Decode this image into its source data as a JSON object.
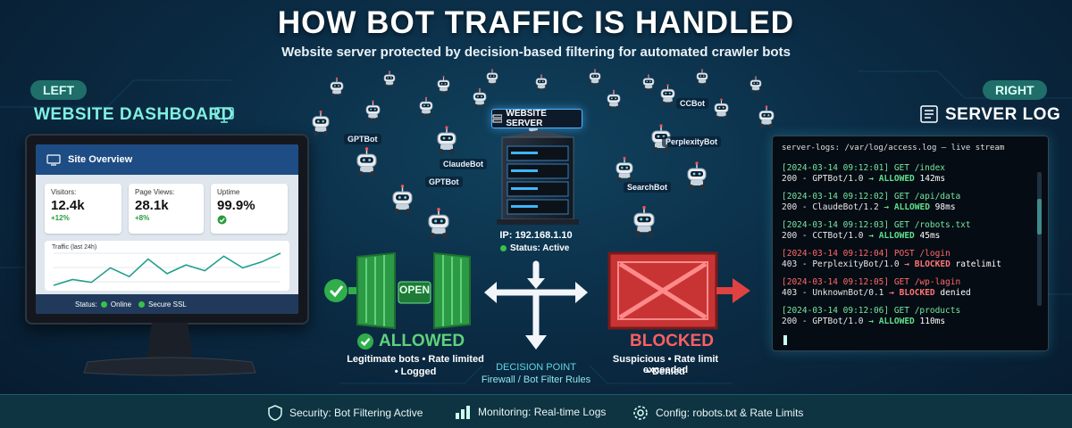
{
  "header": {
    "title": "HOW BOT TRAFFIC IS HANDLED",
    "subtitle": "Website server protected by decision-based filtering for automated crawler bots"
  },
  "left": {
    "pill": "LEFT",
    "title": "WEBSITE DASHBOARD",
    "dashboard": {
      "title": "Site Overview",
      "stats": [
        {
          "label": "Visitors:",
          "value": "12.4k",
          "delta": "+12%"
        },
        {
          "label": "Page Views:",
          "value": "28.1k",
          "delta": "+8%"
        },
        {
          "label": "Uptime",
          "value": "99.9%"
        }
      ],
      "traffic_label": "Traffic (last 24h)",
      "traffic_points": [
        3,
        5,
        4,
        9,
        6,
        12,
        7,
        10,
        8,
        13,
        9,
        11,
        14
      ],
      "status_prefix": "Status:",
      "status_online": "Online",
      "status_ssl": "Secure SSL"
    }
  },
  "right": {
    "pill": "RIGHT",
    "title": "SERVER LOG",
    "log_header": "server-logs: /var/log/access.log — live stream",
    "entries": [
      {
        "ts": "[2024-03-14 09:12:01] GET /index",
        "code_agent": "200 - GPTBot/1.0",
        "arrow": "→",
        "status": "ALLOWED",
        "extra": "142ms",
        "blocked": false
      },
      {
        "ts": "[2024-03-14 09:12:02] GET /api/data",
        "code_agent": "200 - ClaudeBot/1.2",
        "arrow": "→",
        "status": "ALLOWED",
        "extra": "98ms",
        "blocked": false
      },
      {
        "ts": "[2024-03-14 09:12:03] GET /robots.txt",
        "code_agent": "200 - CCTBot/1.0",
        "arrow": "→",
        "status": "ALLOWED",
        "extra": "45ms",
        "blocked": false
      },
      {
        "ts": "[2024-03-14 09:12:04] POST /login",
        "code_agent": "403 - PerplexityBot/1.0",
        "arrow": "→",
        "status": "BLOCKED",
        "extra": "ratelimit",
        "blocked": true
      },
      {
        "ts": "[2024-03-14 09:12:05] GET /wp-lagin",
        "code_agent": "403 - UnknownBot/0.1",
        "arrow": "→",
        "status": "BLOCKED",
        "extra": "denied",
        "blocked": true
      },
      {
        "ts": "[2024-03-14 09:12:06] GET /products",
        "code_agent": "200 - GPTBot/1.0",
        "arrow": "→",
        "status": "ALLOWED",
        "extra": "110ms",
        "blocked": false
      }
    ]
  },
  "server": {
    "label": "WEBSITE SERVER",
    "ip": "IP: 192.168.1.10",
    "status": "Status: Active"
  },
  "bots": [
    "GPTBot",
    "ClaudeBot",
    "GPTBot",
    "CCBot",
    "PerplexityBot",
    "SearchBot"
  ],
  "gates": {
    "open_label": "OPEN",
    "allowed_title": "ALLOWED",
    "allowed_desc_1": "Legitimate bots • Rate limited",
    "allowed_desc_2": "• Logged",
    "blocked_title": "BLOCKED",
    "blocked_desc_1": "Suspicious • Rate limit exceeded",
    "blocked_desc_2": "• Denied"
  },
  "decision": {
    "title": "DECISION POINT",
    "subtitle": "Firewall / Bot Filter Rules"
  },
  "footer": {
    "security": "Security: Bot Filtering Active",
    "monitoring": "Monitoring: Real-time Logs",
    "config": "Config: robots.txt & Rate Limits"
  },
  "colors": {
    "allowed": "#2fae4a",
    "blocked": "#d83a3a",
    "accent": "#7ff0e0",
    "server_glow": "#4fb6ff"
  }
}
